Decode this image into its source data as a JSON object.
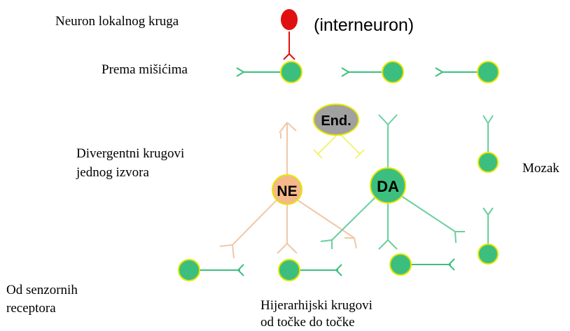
{
  "labels": {
    "local_circuit_neuron": "Neuron lokalnog kruga",
    "interneuron": "(interneuron)",
    "to_muscles": "Prema mišićima",
    "divergent_line1": "Divergentni krugovi",
    "divergent_line2": "jednog izvora",
    "brain": "Mozak",
    "from_receptors_line1": "Od senzornih",
    "from_receptors_line2": "receptora",
    "hierarchical_line1": "Hijerarhijski krugovi",
    "hierarchical_line2": "od točke do točke"
  },
  "cells": {
    "endorphin": "End.",
    "norepinephrine": "NE",
    "dopamine": "DA"
  },
  "colors": {
    "green_neuron": "#3cbf7e",
    "neuron_outline": "#e6e600",
    "interneuron_red": "#e01010",
    "ne_orange": "#f5b88a",
    "ne_line": "#f0c8a8",
    "end_gray": "#a0a0a0",
    "end_line": "#f2f27a",
    "green_line": "#6acf9c"
  }
}
